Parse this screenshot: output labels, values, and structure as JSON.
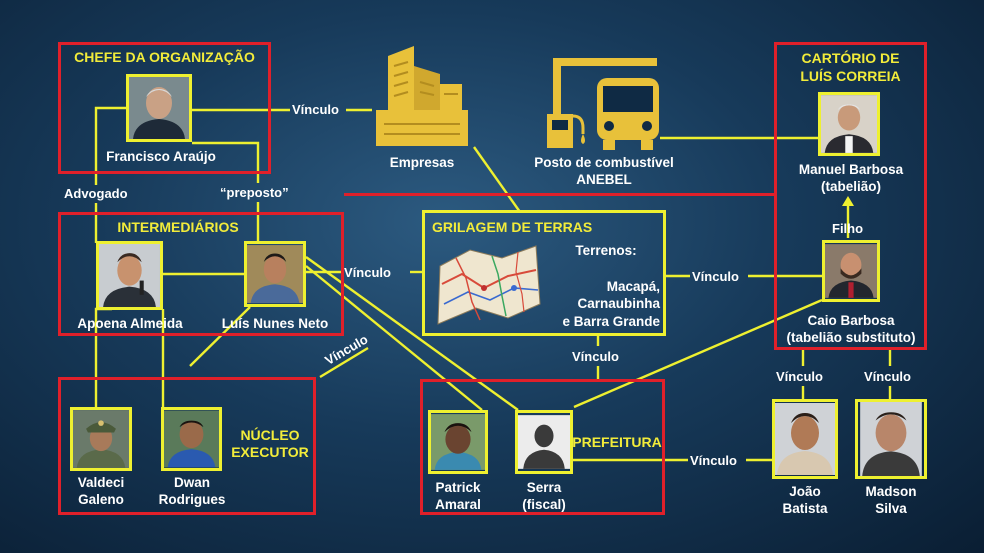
{
  "colors": {
    "accent_red": "#e0202a",
    "accent_yellow": "#eef030",
    "icon_gold": "#e8c13a",
    "label_white": "#ffffff",
    "background": "#173a5a"
  },
  "groups": {
    "chefe": {
      "title": "CHEFE DA ORGANIZAÇÃO"
    },
    "intermediarios": {
      "title": "INTERMEDIÁRIOS"
    },
    "nucleo": {
      "title_line1": "NÚCLEO",
      "title_line2": "EXECUTOR"
    },
    "prefeitura": {
      "title": "PREFEITURA"
    },
    "cartorio": {
      "title_line1": "CARTÓRIO DE",
      "title_line2": "LUÍS CORREIA"
    },
    "grilagem": {
      "title": "GRILAGEM DE TERRAS",
      "terrenos_label": "Terrenos:",
      "places_line1": "Macapá,",
      "places_line2": "Carnaubinha",
      "places_line3": "e Barra Grande"
    }
  },
  "entities": {
    "empresas": {
      "label": "Empresas",
      "icon": "buildings-icon"
    },
    "posto": {
      "label_line1": "Posto de combustível",
      "label_line2": "ANEBEL",
      "icon": "gas-station-bus-icon"
    }
  },
  "people": {
    "francisco": {
      "line1": "Francisco Araújo"
    },
    "apoena": {
      "line1": "Apoena Almeida"
    },
    "luis": {
      "line1": "Luís Nunes Neto"
    },
    "valdeci": {
      "line1": "Valdeci",
      "line2": "Galeno"
    },
    "dwan": {
      "line1": "Dwan",
      "line2": "Rodrigues"
    },
    "patrick": {
      "line1": "Patrick",
      "line2": "Amaral"
    },
    "serra": {
      "line1": "Serra",
      "line2": "(fiscal)"
    },
    "manuel": {
      "line1": "Manuel Barbosa",
      "line2": "(tabelião)"
    },
    "caio": {
      "line1": "Caio Barbosa",
      "line2": "(tabelião substituto)"
    },
    "joao": {
      "line1": "João",
      "line2": "Batista"
    },
    "madson": {
      "line1": "Madson",
      "line2": "Silva"
    }
  },
  "edges": {
    "vinculo": "Vínculo",
    "advogado": "Advogado",
    "preposto": "“preposto”",
    "filho": "Filho"
  }
}
